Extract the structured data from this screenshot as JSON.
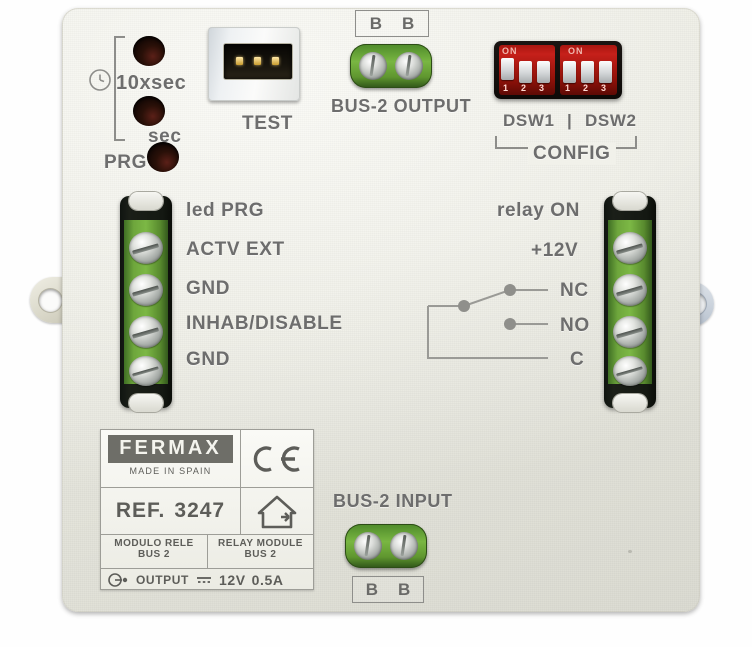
{
  "device": {
    "brand": "FERMAX",
    "origin": "MADE IN SPAIN",
    "ref_prefix": "REF.",
    "ref_number": "3247",
    "name_es_line1": "MODULO RELE",
    "name_es_line2": "BUS 2",
    "name_en_line1": "RELAY MODULE",
    "name_en_line2": "BUS 2",
    "output_label": "OUTPUT",
    "output_voltage": "12V",
    "output_current": "0.5A",
    "ce_mark": "CE",
    "ce_icon": "ce-mark-icon",
    "house_icon": "house-indoor-use-icon"
  },
  "leds": {
    "timer_icon": "clock-icon",
    "bracket_top_label": "10xsec",
    "bracket_bottom_label": "sec",
    "prg_label": "PRG",
    "led_prg_label": "led PRG",
    "items": [
      {
        "name": "led-10xsec",
        "label": "10xsec"
      },
      {
        "name": "led-sec",
        "label": "sec"
      },
      {
        "name": "led-prg",
        "label": "PRG"
      },
      {
        "name": "led-prg-terminal",
        "label": "led PRG"
      }
    ]
  },
  "test": {
    "label": "TEST",
    "pin_count": 3,
    "connector_name": "test-header"
  },
  "bus2_output": {
    "title": "BUS-2 OUTPUT",
    "terminals": [
      "B",
      "B"
    ]
  },
  "bus2_input": {
    "title": "BUS-2 INPUT",
    "terminals": [
      "B",
      "B"
    ]
  },
  "config": {
    "group_label": "CONFIG",
    "divider": "|",
    "banks": [
      {
        "name": "DSW1",
        "numbers": [
          "1",
          "2",
          "3"
        ],
        "on_label": "ON",
        "positions": [
          "on",
          "off",
          "off"
        ]
      },
      {
        "name": "DSW2",
        "numbers": [
          "1",
          "2",
          "3"
        ],
        "on_label": "ON",
        "positions": [
          "off",
          "off",
          "off"
        ]
      }
    ]
  },
  "left_terminal": {
    "header": "led PRG",
    "pins": [
      "ACTV EXT",
      "GND",
      "INHAB/DISABLE",
      "GND"
    ]
  },
  "right_terminal": {
    "header": "relay ON",
    "pins": [
      "+12V",
      "NC",
      "NO",
      "C"
    ],
    "schematic_name": "relay-contact-schematic"
  },
  "colors": {
    "board": "#f1f1ea",
    "terminal_green": "#7cb845",
    "dip_red": "#c6201a",
    "label_text": "#5d5d59",
    "silver_screw": "#c9cdc9"
  }
}
